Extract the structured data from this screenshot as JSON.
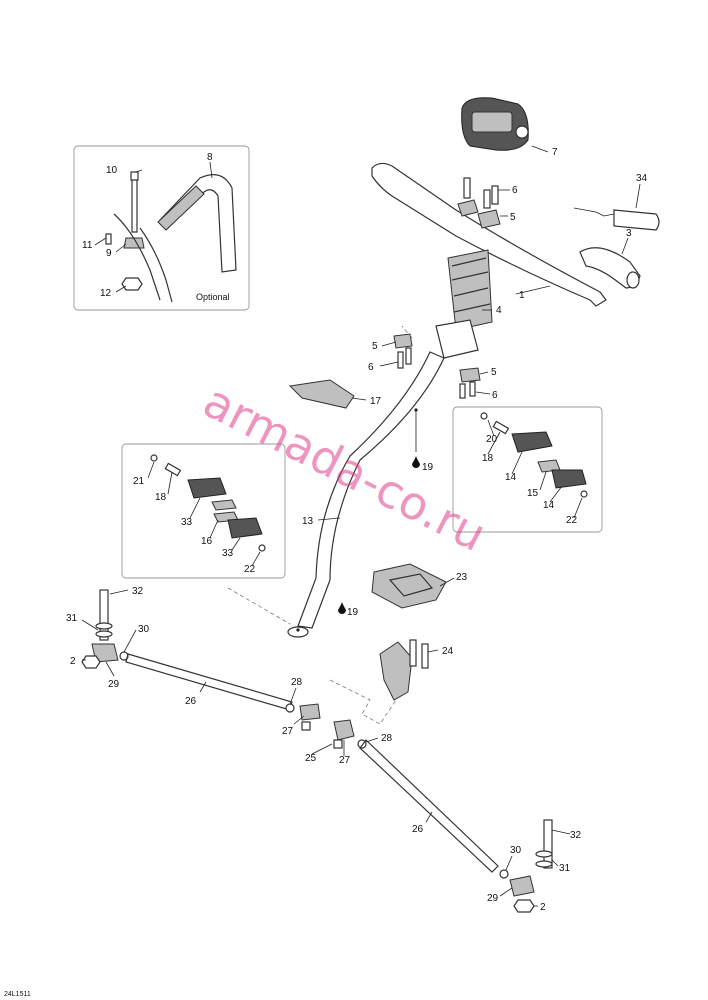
{
  "callouts": [
    {
      "id": "c1",
      "text": "1"
    },
    {
      "id": "c2a",
      "text": "2"
    },
    {
      "id": "c2b",
      "text": "2"
    },
    {
      "id": "c3",
      "text": "3"
    },
    {
      "id": "c4",
      "text": "4"
    },
    {
      "id": "c5a",
      "text": "5"
    },
    {
      "id": "c5b",
      "text": "5"
    },
    {
      "id": "c5c",
      "text": "5"
    },
    {
      "id": "c6a",
      "text": "6"
    },
    {
      "id": "c6b",
      "text": "6"
    },
    {
      "id": "c6c",
      "text": "6"
    },
    {
      "id": "c7",
      "text": "7"
    },
    {
      "id": "c8",
      "text": "8"
    },
    {
      "id": "c9",
      "text": "9"
    },
    {
      "id": "c10",
      "text": "10"
    },
    {
      "id": "c11",
      "text": "11"
    },
    {
      "id": "c12",
      "text": "12"
    },
    {
      "id": "c13",
      "text": "13"
    },
    {
      "id": "c14a",
      "text": "14"
    },
    {
      "id": "c14b",
      "text": "14"
    },
    {
      "id": "c15",
      "text": "15"
    },
    {
      "id": "c16",
      "text": "16"
    },
    {
      "id": "c17",
      "text": "17"
    },
    {
      "id": "c18a",
      "text": "18"
    },
    {
      "id": "c18b",
      "text": "18"
    },
    {
      "id": "c19a",
      "text": "19"
    },
    {
      "id": "c19b",
      "text": "19"
    },
    {
      "id": "c20",
      "text": "20"
    },
    {
      "id": "c21",
      "text": "21"
    },
    {
      "id": "c22a",
      "text": "22"
    },
    {
      "id": "c22b",
      "text": "22"
    },
    {
      "id": "c23",
      "text": "23"
    },
    {
      "id": "c24",
      "text": "24"
    },
    {
      "id": "c25",
      "text": "25"
    },
    {
      "id": "c26a",
      "text": "26"
    },
    {
      "id": "c26b",
      "text": "26"
    },
    {
      "id": "c27a",
      "text": "27"
    },
    {
      "id": "c27b",
      "text": "27"
    },
    {
      "id": "c28a",
      "text": "28"
    },
    {
      "id": "c28b",
      "text": "28"
    },
    {
      "id": "c29a",
      "text": "29"
    },
    {
      "id": "c29b",
      "text": "29"
    },
    {
      "id": "c30a",
      "text": "30"
    },
    {
      "id": "c30b",
      "text": "30"
    },
    {
      "id": "c31a",
      "text": "31"
    },
    {
      "id": "c31b",
      "text": "31"
    },
    {
      "id": "c32a",
      "text": "32"
    },
    {
      "id": "c32b",
      "text": "32"
    },
    {
      "id": "c33a",
      "text": "33"
    },
    {
      "id": "c33b",
      "text": "33"
    },
    {
      "id": "c34",
      "text": "34"
    }
  ],
  "optional_label": "Optional",
  "watermark": "armada-co.ru",
  "drawing_code": "24L1511",
  "colors": {
    "watermark": "#e23a8a",
    "line": "#333333"
  }
}
